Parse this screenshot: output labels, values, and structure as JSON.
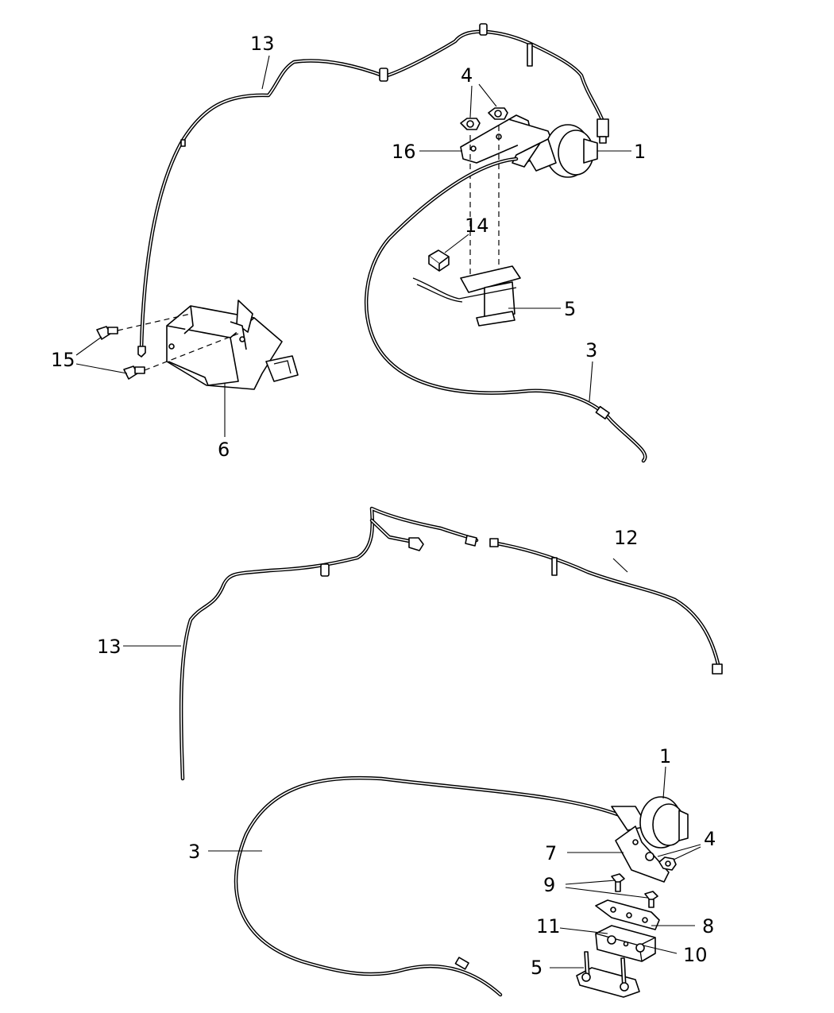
{
  "diagram": {
    "callouts": {
      "c1_top": "1",
      "c3_top": "3",
      "c4_top": "4",
      "c5_top": "5",
      "c6": "6",
      "c13_top": "13",
      "c14": "14",
      "c15": "15",
      "c16": "16",
      "c12": "12",
      "c13_mid": "13",
      "c1_bot": "1",
      "c3_bot": "3",
      "c4_bot": "4",
      "c7": "7",
      "c8": "8",
      "c9": "9",
      "c10": "10",
      "c11": "11",
      "c5_bot": "5"
    }
  }
}
